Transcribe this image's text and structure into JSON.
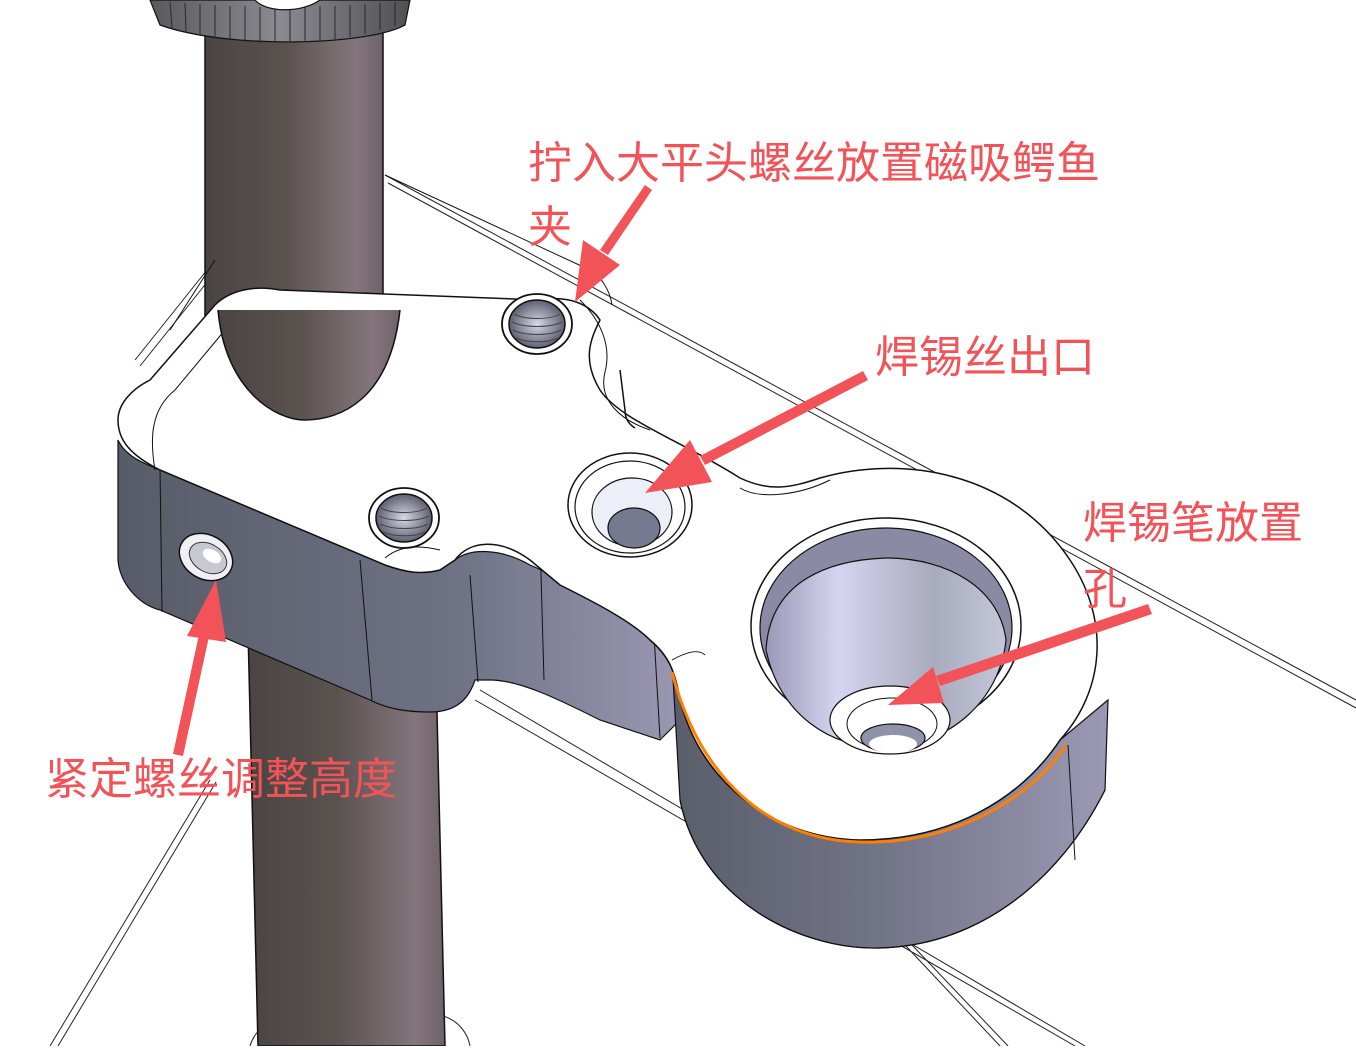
{
  "diagram": {
    "subject": "CAD rendering of soldering iron holder bracket on vertical post",
    "colors": {
      "annotation": "#f25358",
      "highlight_edge": "#ff8000",
      "post_dark": "#4e4846",
      "post_light": "#7f7278",
      "body_side_dark": "#5a5e6a",
      "body_side_light": "#9c98b4",
      "body_top": "#ffffff",
      "outline": "#000000"
    }
  },
  "annotations": [
    {
      "id": "magnet-clip",
      "line1": "拧入大平头螺丝放置磁吸鳄鱼",
      "line2": "夹"
    },
    {
      "id": "solder-outlet",
      "line1": "焊锡丝出口"
    },
    {
      "id": "iron-hole",
      "line1": "焊锡笔放置",
      "line2": "孔"
    },
    {
      "id": "height-screw",
      "line1": "紧定螺丝调整高度"
    }
  ]
}
